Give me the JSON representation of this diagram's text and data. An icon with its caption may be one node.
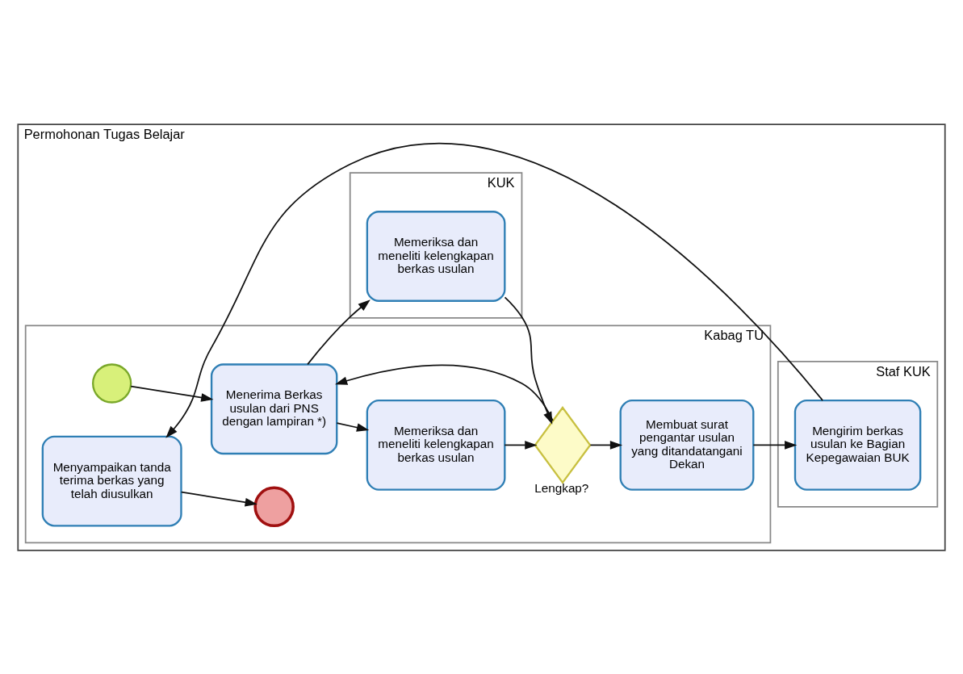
{
  "diagram": {
    "nodes": [
      {
        "text": [
          "Permohonan Tugas Belajar"
        ]
      },
      {
        "text": [
          "Kabag TU"
        ],
        "in": 0
      },
      {
        "text": [
          "KUK"
        ],
        "in": 0
      },
      {
        "text": [
          "Staf KUK"
        ],
        "in": 0
      },
      {
        "text": [],
        "shape": "circle",
        "in": 1
      },
      {
        "text": [
          "Menerima Berkas usulan dari PNS dengan lampiran *)"
        ],
        "in": 1
      },
      {
        "text": [
          "Memeriksa dan meneliti kelengkapan berkas usulan"
        ],
        "in": 1
      },
      {
        "text": [],
        "shape": "diamond",
        "beside": [
          "Lengkap?"
        ],
        "in": 1
      },
      {
        "text": [
          "Membuat surat pengantar usulan yang ditandatangani Dekan"
        ],
        "in": 1
      },
      {
        "text": [
          "Menyampaikan tanda terima berkas yang telah diusulkan"
        ],
        "in": 1
      },
      {
        "text": [],
        "shape": "circle",
        "in": 1
      },
      {
        "text": [
          "Memeriksa dan meneliti kelengkapan berkas usulan"
        ],
        "in": 2
      },
      {
        "text": [
          "Mengirim berkas usulan ke Bagian Kepegawaian BUK"
        ],
        "in": 3
      }
    ],
    "edges": [
      {
        "from": 4,
        "to": 5,
        "arrow": "to"
      },
      {
        "from": 5,
        "to": 6,
        "arrow": "to"
      },
      {
        "from": 5,
        "to": 11,
        "arrow": "to"
      },
      {
        "from": 6,
        "to": 7,
        "arrow": "to"
      },
      {
        "from": 11,
        "to": 7,
        "arrow": "to"
      },
      {
        "from": 7,
        "to": 5,
        "arrow": "to"
      },
      {
        "from": 7,
        "to": 8,
        "arrow": "to"
      },
      {
        "from": 8,
        "to": 12,
        "arrow": "to"
      },
      {
        "from": 12,
        "to": 9,
        "arrow": "to"
      },
      {
        "from": 9,
        "to": 10,
        "arrow": "to"
      }
    ]
  }
}
